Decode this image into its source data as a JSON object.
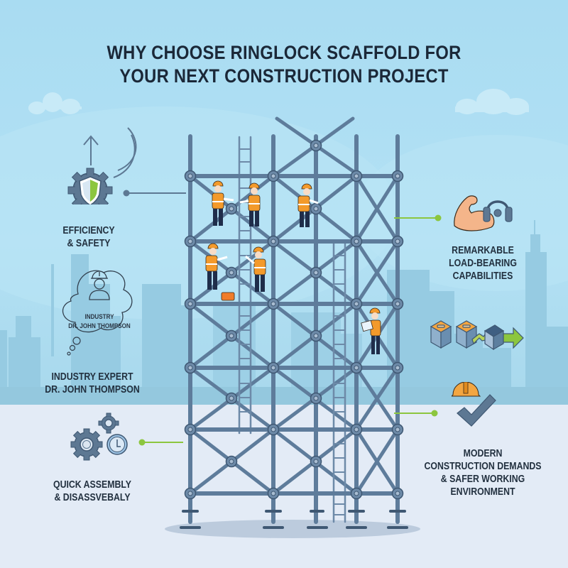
{
  "header": {
    "title_line1": "WHY CHOOSE RINGLOCK SCAFFOLD FOR",
    "title_line2": "YOUR NEXT CONSTRUCTION PROJECT"
  },
  "features": [
    {
      "id": "efficiency-safety",
      "icon": "gear-shield-icon",
      "side": "left",
      "lines": [
        "EFFICIENCY",
        "& SAFETY"
      ]
    },
    {
      "id": "industry-expert",
      "icon": "thought-cloud-worker-icon",
      "side": "left",
      "cloud_lines": [
        "INDUSTRY",
        "DR. JOHN THOMPSON"
      ],
      "lines": [
        "INDUSTRY EXPERT",
        "DR. JOHN THOMPSON"
      ]
    },
    {
      "id": "quick-assembly",
      "icon": "gears-clock-icon",
      "side": "left",
      "lines": [
        "QUICK ASSEMBLY",
        "& DISASSVEBALY"
      ]
    },
    {
      "id": "load-bearing",
      "icon": "flexed-arm-weight-icon",
      "side": "right",
      "lines": [
        "REMARKABLE",
        "LOAD-BEARING",
        "CAPABILITIES"
      ]
    },
    {
      "id": "modular-blocks",
      "icon": "blocks-arrow-icon",
      "side": "right",
      "lines": []
    },
    {
      "id": "modern-demands",
      "icon": "hardhat-checkmark-icon",
      "side": "right",
      "lines": [
        "MODERN",
        "CONSTRUCTION DEMANDS",
        "& SAFER WORKING",
        "ENVIRONMENT"
      ]
    }
  ],
  "colors": {
    "sky": "#aadcf2",
    "ground": "#e3ebf6",
    "skyline": "#8fc6de",
    "scaffold": "#5b7a99",
    "scaffold_dark": "#3f5873",
    "accent_green": "#8cc63f",
    "vest_orange": "#f39a2b",
    "title": "#1b2838"
  }
}
